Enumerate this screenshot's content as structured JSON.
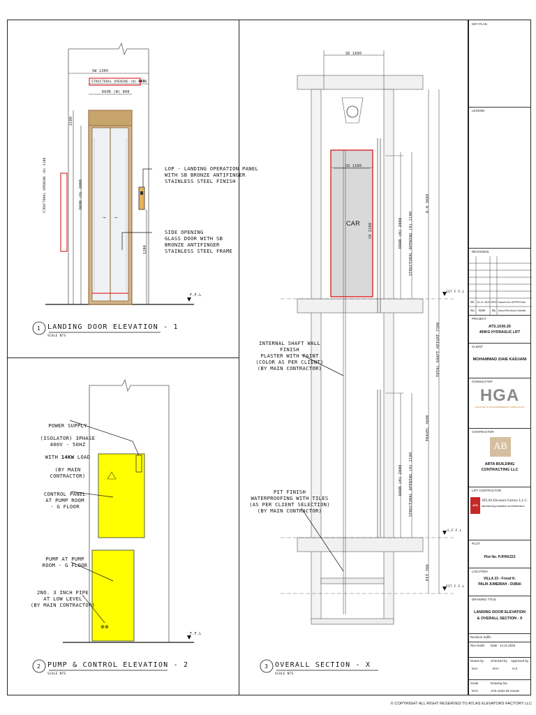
{
  "elevation1": {
    "title": "LANDING DOOR ELEVATION - 1",
    "number": "1",
    "scale": "SCALE  NTS",
    "dims": {
      "sw": "SW 1300",
      "structural_opening_w": "STRUCTURAL OPENING (W) 1000",
      "door_w": "DOOR (W) 800",
      "right": "400",
      "structural_opening_h": "STRUCTURAL OPENING (H) 2100",
      "door_h": "DOOR (H) 2000",
      "side": "2100",
      "lop_h": "1200"
    },
    "notes": {
      "lop": "LOP - LANDING OPERATION PANEL\nWITH SB BRONZE ANTIFINGER\nSTAINLESS STEEL FINISH",
      "door": "SIDE OPENING\nGLASS DOOR WITH SB\nBRONZE ANTIFINGER\nSTAINLESS STEEL FRAME"
    },
    "ffl": "F.F.L"
  },
  "elevation2": {
    "title": "PUMP & CONTROL ELEVATION - 2",
    "number": "2",
    "scale": "SCALE  NTS",
    "notes": {
      "power_line1": "POWER SUPPLY",
      "power_line2": "(ISOLATOR) 3PHASE\n400V - 50Hz",
      "power_line3a": "WITH ",
      "power_line3b": "14KW",
      "power_line3c": " LOAD",
      "power_line4": "(BY MAIN\nCONTRACTOR)",
      "control": "CONTROL PANEL\nAT PUMP ROOM\n- G FLOOR",
      "pump": "PUMP AT PUMP\nROOM - G FLOOR",
      "pipe": "2No. 3 INCH PIPE\nAT LOW LEVEL\n(BY MAIN CONTRACTOR)"
    },
    "ffl": "F.F.L"
  },
  "section": {
    "title": "OVERALL SECTION - X",
    "number": "3",
    "scale": "SCALE  NTS",
    "dims": {
      "sd": "SD 1600",
      "cd": "CD 1100",
      "car": "CAR",
      "ch": "CH 2100",
      "door_h_upper": "DOOR (H) 2000",
      "so_h_upper": "STRUCTURAL OPENING (H) 2100",
      "oh": "O.H 3600",
      "door_h_lower": "DOOR (H) 2000",
      "so_h_lower": "STRUCTURAL OPENING (H) 2100",
      "total": "TOTAL SHAFT HEIGHT 7300",
      "travel": "TRAVEL 3600",
      "pit": "PIT 700",
      "ffl1": "1ST F.F.L",
      "gffl": "G.F.F.L",
      "pitffl": "PIT F.F.L"
    },
    "notes": {
      "wall": "INTERNAL SHAFT WALL FINISH\nPLASTER WITH PAINT\n(COLOR AS PER CLIENT)\n(BY MAIN CONTRACTOR)",
      "pit": "PIT FINISH\nWATERPROOFING WITH TILES\n(AS PER CLIENT SELECTION)\n(BY MAIN CONTRACTOR)"
    }
  },
  "titleblock": {
    "key_plan": "KEY PLAN",
    "legend": "LEGEND",
    "revisions": "REVISIONS",
    "rev_no": "00",
    "rev_date": "14.11.2025",
    "rev_by": "M.H",
    "rev_desc": "Issued for APPROVAL",
    "col_no": "No.",
    "col_date": "Date",
    "col_by": "By",
    "col_desc": "Issue/Revision Details",
    "project_label": "PROJECT",
    "project_line1": "ATS.1030.25",
    "project_line2": "400KG HYDRAULIC LIFT",
    "client_label": "CLIENT",
    "client": "MOHAMMAD ZIAIE KADJANI",
    "consultant_label": "CONSULTANT",
    "consultant_logo": "HGA",
    "consultant_sub": "ARCHITECTS AND ENGINEERING CONSULTANTS",
    "contractor_label": "CONTRACTOR",
    "contractor_logo": "AB",
    "contractor_line1": "ARTA BUILDING",
    "contractor_line2": "CONTRACTING LLC",
    "lift_label": "LIFT CONTRACTOR",
    "lift_logo": "ATS",
    "lift_name": "ATLAS Elevators Factory L.L.C",
    "lift_tag": "Manufacturing,Installation and Maintenance",
    "plot_label": "PLOT",
    "plot": "Plot No. PJFRK223",
    "location_label": "LOCATION",
    "location_line1": "VILLA 23 - Frond K-",
    "location_line2": "PALM JUMEIRAH - DUBAI",
    "drawing_title_label": "DRAWING TITLE",
    "drawing_title_line1": "LANDING DOOR ELEVATION",
    "drawing_title_line2": "& OVERALL SECTION - X",
    "revision_suffix": "Revision Suffix",
    "rev_no_label": "Rev No.",
    "rev_no_value": "00",
    "date_label": "Date",
    "date_value": "14.11.2025",
    "drawn_label": "Drawn by",
    "drawn_value": "M.H",
    "checked_label": "Checked by",
    "checked_value": "M.H",
    "approved_label": "Approved by",
    "approved_value": "H.K",
    "scale_label": "Scale",
    "scale_value": "NTS",
    "drawing_no_label": "Drawing No.",
    "drawing_no_value": "ATS-1030-25-H1100"
  },
  "copyright": "© COPYRIGHT ALL RIGHT RESERVED TO ATLAS ELEVATORS FACTORY LLC"
}
